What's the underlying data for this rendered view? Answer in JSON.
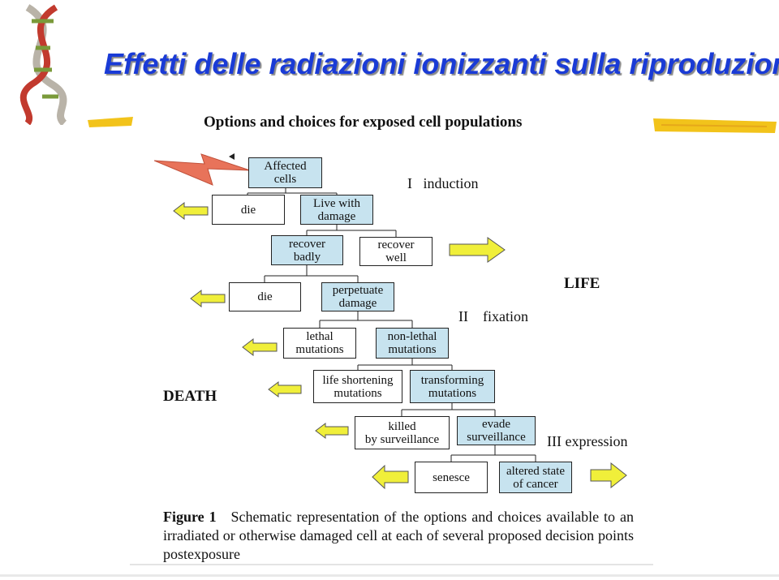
{
  "slide": {
    "title": "Effetti delle radiazioni ionizzanti sulla riproduzione"
  },
  "figure": {
    "title": "Options and choices for exposed cell populations",
    "nodes": {
      "affected": "Affected\ncells",
      "die1": "die",
      "live": "Live with\ndamage",
      "recover_badly": "recover\nbadly",
      "recover_well": "recover\nwell",
      "die2": "die",
      "perpetuate": "perpetuate\ndamage",
      "lethal": "lethal\nmutations",
      "nonlethal": "non-lethal\nmutations",
      "life_shortening": "life shortening\nmutations",
      "transforming": "transforming\nmutations",
      "killed": "killed\nby surveillance",
      "evade": "evade\nsurveillance",
      "senesce": "senesce",
      "altered": "altered state\nof cancer"
    },
    "stages": {
      "induction": "I   induction",
      "fixation": "II    fixation",
      "expression": "III expression"
    },
    "outcomes": {
      "life": "LIFE",
      "death": "DEATH"
    },
    "caption": {
      "label": "Figure 1",
      "text": "Schematic representation of the options and choices available to an irradiated or otherwise damaged cell at each of several proposed decision points postexposure"
    }
  },
  "colors": {
    "title": "#1a3bd6",
    "box_fill": "#c7e3ef",
    "arrow_fill": "#f0ef3a",
    "lightning": "#e8735a"
  },
  "icons": {
    "dna": "dna-helix-icon",
    "lightning": "radiation-bolt-icon",
    "arrow_left": "arrow-left-icon",
    "arrow_right": "arrow-right-icon"
  }
}
